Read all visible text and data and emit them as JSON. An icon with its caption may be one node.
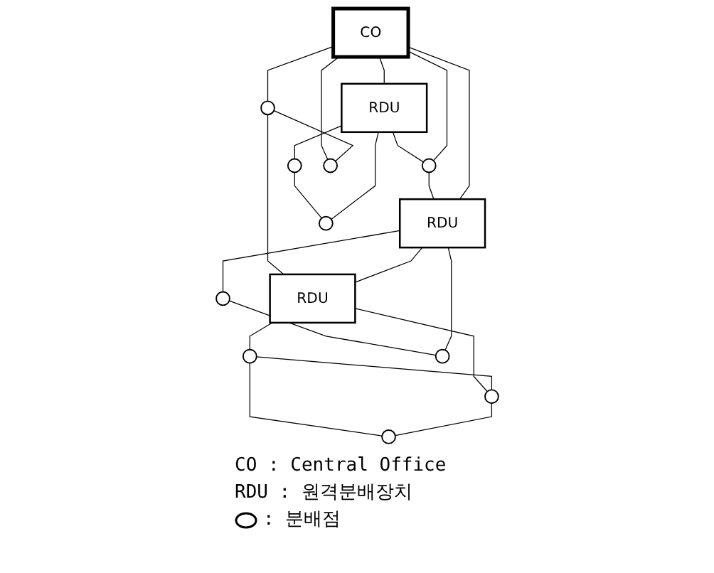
{
  "diagram": {
    "nodes": [
      {
        "text": [
          "CO"
        ]
      },
      {
        "text": [
          "RDU"
        ]
      },
      {
        "text": [
          "RDU"
        ]
      },
      {
        "text": [
          "RDU"
        ]
      },
      {
        "text": [],
        "shape": "circle"
      },
      {
        "text": [],
        "shape": "circle"
      },
      {
        "text": [],
        "shape": "circle"
      },
      {
        "text": [],
        "shape": "circle"
      },
      {
        "text": [],
        "shape": "circle"
      },
      {
        "text": [],
        "shape": "circle"
      },
      {
        "text": [],
        "shape": "circle"
      },
      {
        "text": [],
        "shape": "circle"
      },
      {
        "text": [],
        "shape": "circle"
      },
      {
        "text": [],
        "shape": "circle"
      }
    ],
    "edges": [
      {
        "from": 0,
        "to": 1,
        "arrow": "none"
      },
      {
        "from": 1,
        "to": 4,
        "arrow": "none"
      },
      {
        "from": 4,
        "to": 5,
        "arrow": "none"
      },
      {
        "from": 5,
        "to": 1,
        "arrow": "none"
      },
      {
        "from": 1,
        "to": 6,
        "arrow": "none"
      },
      {
        "from": 6,
        "to": 3,
        "arrow": "none"
      },
      {
        "from": 0,
        "to": 6,
        "arrow": "none"
      },
      {
        "from": 0,
        "to": 8,
        "arrow": "none"
      },
      {
        "from": 7,
        "to": 8,
        "arrow": "none"
      },
      {
        "from": 0,
        "to": 7,
        "arrow": "none"
      },
      {
        "from": 7,
        "to": 2,
        "arrow": "none"
      },
      {
        "from": 0,
        "to": 3,
        "arrow": "none"
      },
      {
        "from": 3,
        "to": 2,
        "arrow": "none"
      },
      {
        "from": 2,
        "to": 9,
        "arrow": "none"
      },
      {
        "from": 2,
        "to": 10,
        "arrow": "none"
      },
      {
        "from": 10,
        "to": 9,
        "arrow": "none"
      },
      {
        "from": 10,
        "to": 11,
        "arrow": "none"
      },
      {
        "from": 9,
        "to": 11,
        "arrow": "none"
      },
      {
        "from": 3,
        "to": 12,
        "arrow": "none"
      },
      {
        "from": 12,
        "to": 13,
        "arrow": "none"
      },
      {
        "from": 3,
        "to": 13,
        "arrow": "none"
      }
    ],
    "labels": [
      "CO : Central Office",
      "RDU : 원격분배장치"
    ],
    "legend": [
      {
        "text": ": 분배점"
      }
    ]
  }
}
